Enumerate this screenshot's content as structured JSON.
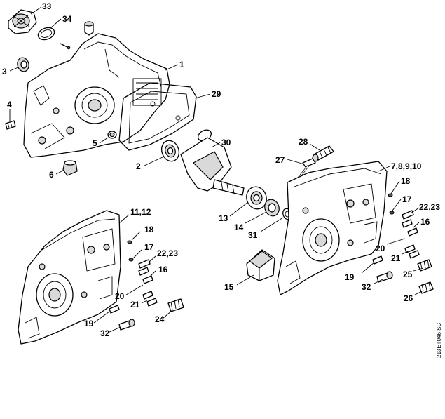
{
  "callouts": [
    {
      "id": "c33",
      "text": "33"
    },
    {
      "id": "c34",
      "text": "34"
    },
    {
      "id": "c3",
      "text": "3"
    },
    {
      "id": "c1",
      "text": "1"
    },
    {
      "id": "c29",
      "text": "29"
    },
    {
      "id": "c4",
      "text": "4"
    },
    {
      "id": "c5",
      "text": "5"
    },
    {
      "id": "c30",
      "text": "30"
    },
    {
      "id": "c2",
      "text": "2"
    },
    {
      "id": "c6",
      "text": "6"
    },
    {
      "id": "c28",
      "text": "28"
    },
    {
      "id": "c27",
      "text": "27"
    },
    {
      "id": "c7",
      "text": "7,8,9,10"
    },
    {
      "id": "c18a",
      "text": "18"
    },
    {
      "id": "c17a",
      "text": "17"
    },
    {
      "id": "c22a",
      "text": "22,23"
    },
    {
      "id": "c16a",
      "text": "16"
    },
    {
      "id": "c20a",
      "text": "20"
    },
    {
      "id": "c21a",
      "text": "21"
    },
    {
      "id": "c25",
      "text": "25"
    },
    {
      "id": "c19a",
      "text": "19"
    },
    {
      "id": "c32a",
      "text": "32"
    },
    {
      "id": "c26",
      "text": "26"
    },
    {
      "id": "c13",
      "text": "13"
    },
    {
      "id": "c14",
      "text": "14"
    },
    {
      "id": "c31",
      "text": "31"
    },
    {
      "id": "c15",
      "text": "15"
    },
    {
      "id": "c11",
      "text": "11,12"
    },
    {
      "id": "c18b",
      "text": "18"
    },
    {
      "id": "c17b",
      "text": "17"
    },
    {
      "id": "c22b",
      "text": "22,23"
    },
    {
      "id": "c16b",
      "text": "16"
    },
    {
      "id": "c20b",
      "text": "20"
    },
    {
      "id": "c21b",
      "text": "21"
    },
    {
      "id": "c24",
      "text": "24"
    },
    {
      "id": "c19b",
      "text": "19"
    },
    {
      "id": "c32b",
      "text": "32"
    }
  ],
  "drawing_code": "213ET046 SC"
}
